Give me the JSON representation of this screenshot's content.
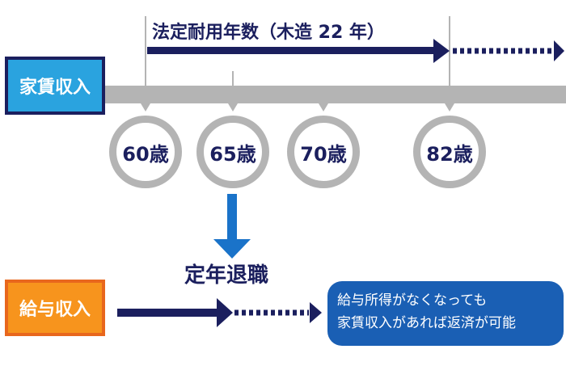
{
  "header_label": "法定耐用年数（木造 22 年）",
  "rent_income_label": "家賃収入",
  "salary_income_label": "給与収入",
  "ages": [
    "60歳",
    "65歳",
    "70歳",
    "82歳"
  ],
  "retirement_label": "定年退職",
  "note_line1": "給与所得がなくなっても",
  "note_line2": "家賃収入があれば返済が可能",
  "colors": {
    "navy": "#1b1f5e",
    "rent_box": "#2aa3df",
    "salary_box": "#f7941d",
    "salary_border": "#e8671d",
    "timeline_gray": "#b4b4b4",
    "retire_arrow": "#1a73c9",
    "note_bg": "#1a5fb4"
  }
}
